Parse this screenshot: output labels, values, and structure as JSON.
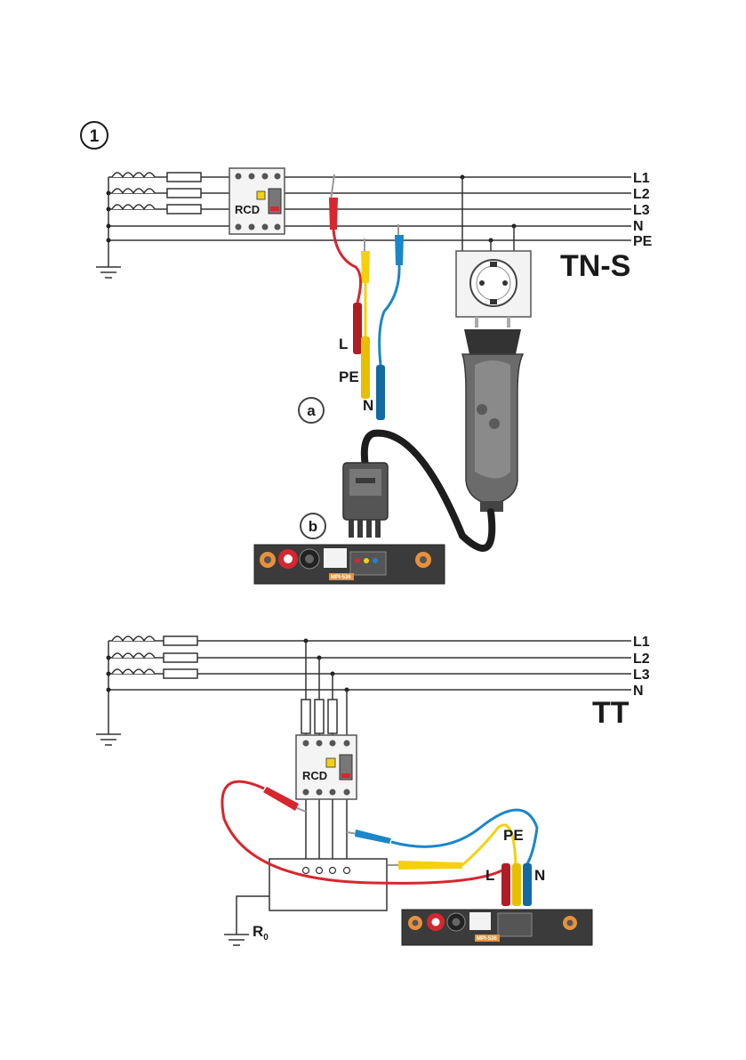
{
  "figure": {
    "number": "1",
    "callouts": [
      "a",
      "b"
    ]
  },
  "tns": {
    "bus_labels": [
      "L1",
      "L2",
      "L3",
      "N",
      "PE"
    ],
    "system_label": "TN-S",
    "rcd_label": "RCD",
    "lead_labels": [
      "L",
      "PE",
      "N"
    ]
  },
  "tt": {
    "bus_labels": [
      "L1",
      "L2",
      "L3",
      "N"
    ],
    "system_label": "TT",
    "rcd_label": "RCD",
    "lead_labels": [
      "PE",
      "L",
      "N"
    ],
    "earth_label": "R",
    "earth_subscript": "0"
  },
  "meter": {
    "model": "MPI-536"
  },
  "colors": {
    "lead_red": "#d7262e",
    "lead_yellow": "#f5d10a",
    "lead_blue": "#1b86c9",
    "line": "#333333",
    "meter_panel": "#3b3b3b",
    "accent_orange": "#e8913a"
  }
}
